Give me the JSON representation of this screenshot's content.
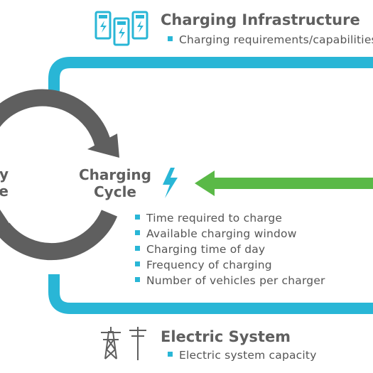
{
  "colors": {
    "accent_blue": "#29b6d6",
    "accent_green": "#5ab947",
    "cycle_gray": "#5f5f5f",
    "text_gray": "#555555"
  },
  "icons": {
    "charging_infrastructure": "ev-charger-icon",
    "electric_system": "power-tower-icon",
    "charging_cycle": "lightning-bolt-icon"
  },
  "charging_infrastructure": {
    "title": "Charging Infrastructure",
    "items": [
      "Charging requirements/capabilities"
    ]
  },
  "cycle": {
    "left_label_line1": "y",
    "left_label_line2": "e",
    "charging_label_line1": "Charging",
    "charging_label_line2": "Cycle"
  },
  "charging_factors": [
    "Time required to charge",
    "Available charging window",
    "Charging time of day",
    "Frequency of charging",
    "Number of vehicles per charger"
  ],
  "electric_system": {
    "title": "Electric System",
    "items": [
      "Electric system capacity"
    ]
  }
}
